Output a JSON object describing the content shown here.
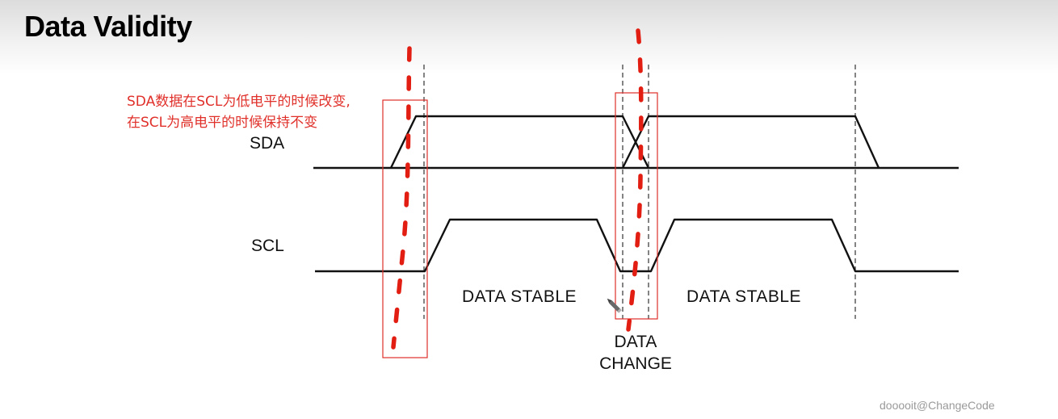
{
  "title": "Data Validity",
  "annotation": {
    "line1": "SDA数据在SCL为低电平的时候改变,",
    "line2": "在SCL为高电平的时候保持不变",
    "color": "#e0302a"
  },
  "signals": {
    "sda": "SDA",
    "scl": "SCL"
  },
  "regions": {
    "stable_1": "DATA STABLE",
    "stable_2": "DATA STABLE",
    "change_line1": "DATA",
    "change_line2": "CHANGE"
  },
  "icons": [
    "pencil-icon"
  ],
  "watermark": "dooooit@ChangeCode"
}
